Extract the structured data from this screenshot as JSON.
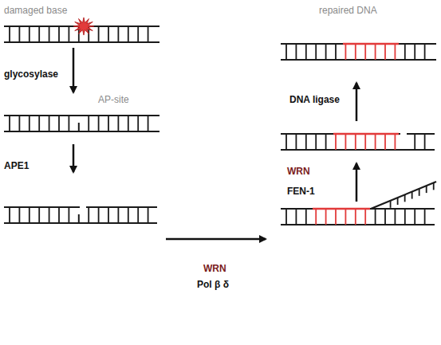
{
  "diagram": {
    "nodes": [
      {
        "text": [
          "damaged base"
        ]
      },
      {
        "text": [
          "AP-site"
        ]
      },
      {
        "text": [
          "repaired DNA"
        ]
      }
    ],
    "edges": [
      {
        "from": 0,
        "to": 1,
        "arrow": "to",
        "label": "glycosylase"
      }
    ],
    "labels": [
      "APE1",
      "WRN",
      "Pol β δ",
      "WRN",
      "FEN-1",
      "DNA ligase"
    ]
  }
}
